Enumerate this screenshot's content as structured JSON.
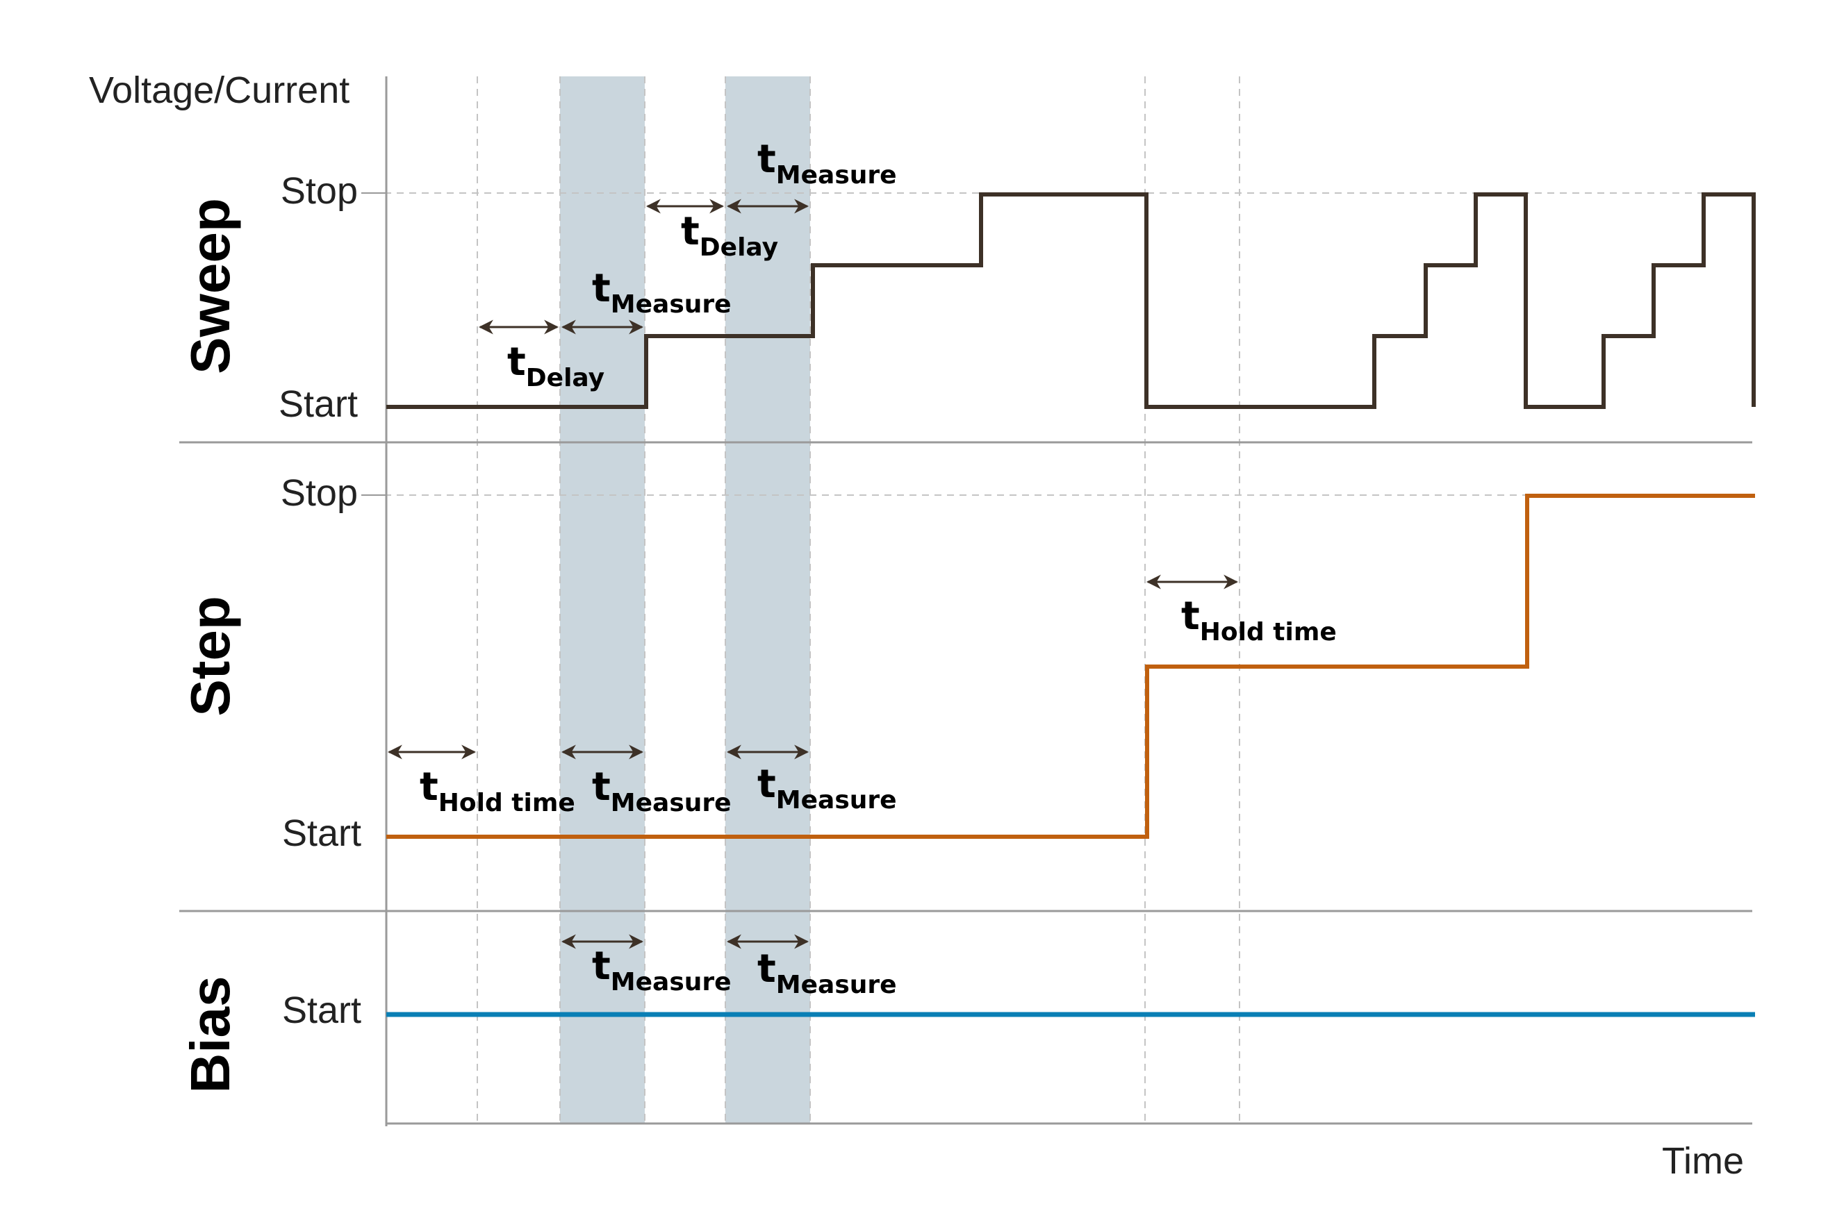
{
  "axes": {
    "y_label": "Voltage/Current",
    "x_label": "Time"
  },
  "sections": {
    "sweep": {
      "title": "Sweep",
      "stop_label": "Stop",
      "start_label": "Start"
    },
    "step": {
      "title": "Step",
      "stop_label": "Stop",
      "start_label": "Start"
    },
    "bias": {
      "title": "Bias",
      "start_label": "Start"
    }
  },
  "annotations": {
    "t": "t",
    "delay": "Delay",
    "measure": "Measure",
    "hold_time": "Hold time"
  },
  "colors": {
    "sweep": "#3d3127",
    "step": "#c0600f",
    "bias": "#0a7fb5",
    "measure_band": "#cad6dd",
    "grid": "#bfbfbf",
    "axis": "#999999",
    "arrow": "#3d3127"
  }
}
